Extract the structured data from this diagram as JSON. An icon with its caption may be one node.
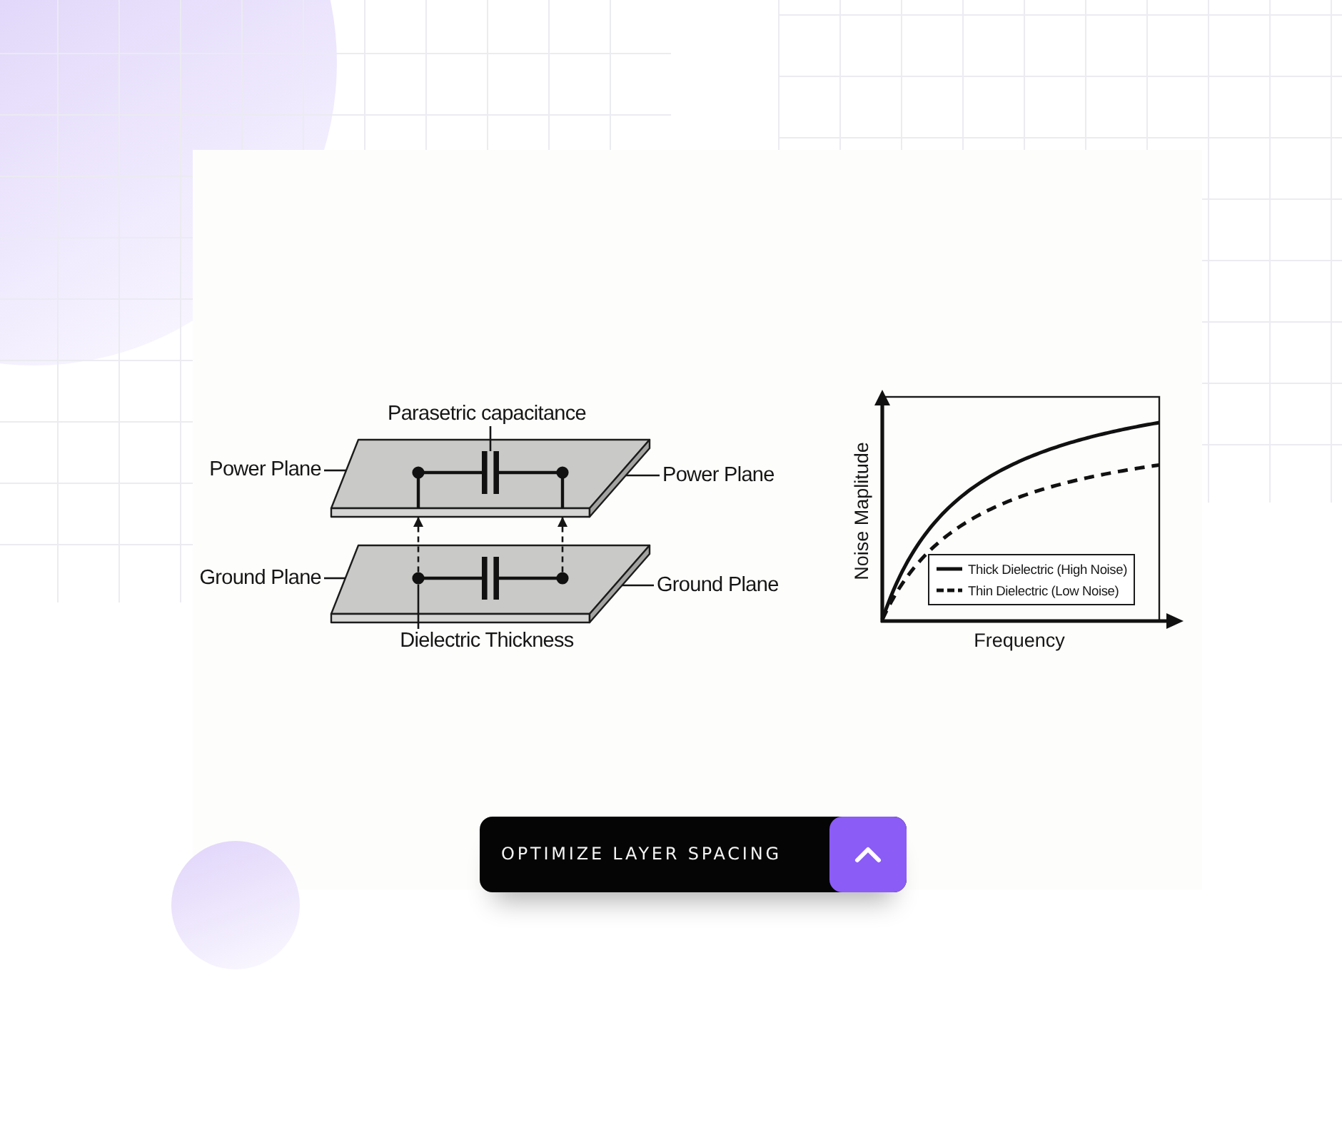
{
  "diagram": {
    "nodes": [
      {
        "text": [
          "Parasetric capacitance"
        ]
      },
      {
        "text": [
          "Power Plane"
        ]
      },
      {
        "text": [
          "Power Plane"
        ]
      },
      {
        "text": [
          "Ground Plane"
        ]
      },
      {
        "text": [
          "Ground Plane"
        ]
      },
      {
        "text": [
          "Dielectric Thickness"
        ]
      },
      {
        "text": [],
        "shape": "box"
      },
      {
        "text": [],
        "shape": "box"
      },
      {
        "text": [],
        "shape": "picture",
        "in": 6
      },
      {
        "text": [],
        "shape": "picture",
        "in": 7
      },
      {
        "text": [
          "OPTIMIZE LAYER SPACING"
        ]
      }
    ],
    "edges": [
      {
        "from": 0,
        "to": 8,
        "arrow": "none"
      },
      {
        "from": 1,
        "to": 6,
        "arrow": "none"
      },
      {
        "from": 2,
        "to": 6,
        "arrow": "none"
      },
      {
        "from": 3,
        "to": 7,
        "arrow": "none"
      },
      {
        "from": 4,
        "to": 7,
        "arrow": "none"
      },
      {
        "from": 5,
        "to": 9,
        "arrow": "none"
      },
      {
        "from": 9,
        "to": 6,
        "arrow": "to",
        "style": "dashed"
      },
      {
        "from": 9,
        "to": 6,
        "arrow": "to",
        "style": "dashed"
      }
    ],
    "labels": [
      "Noise Maplitude",
      "Frequency"
    ],
    "legend": [
      {
        "text": "Thick Dielectric (High Noise)"
      },
      {
        "text": "Thin Dielectric (Low Noise)"
      }
    ]
  }
}
